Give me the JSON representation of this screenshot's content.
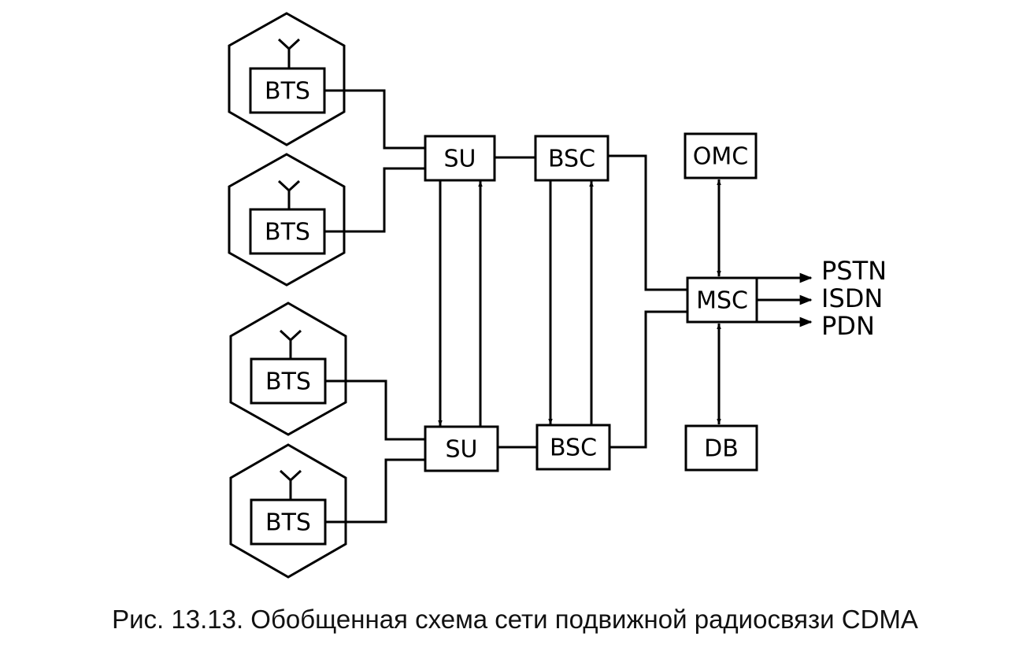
{
  "diagram": {
    "nodes": {
      "bts1": "BTS",
      "bts2": "BTS",
      "bts3": "BTS",
      "bts4": "BTS",
      "su_top": "SU",
      "su_bottom": "SU",
      "bsc_top": "BSC",
      "bsc_bottom": "BSC",
      "omc": "OMC",
      "msc": "MSC",
      "db": "DB"
    },
    "outputs": [
      "PSTN",
      "ISDN",
      "PDN"
    ]
  },
  "caption": "Рис. 13.13. Обобщенная схема сети подвижной радиосвязи CDMA"
}
